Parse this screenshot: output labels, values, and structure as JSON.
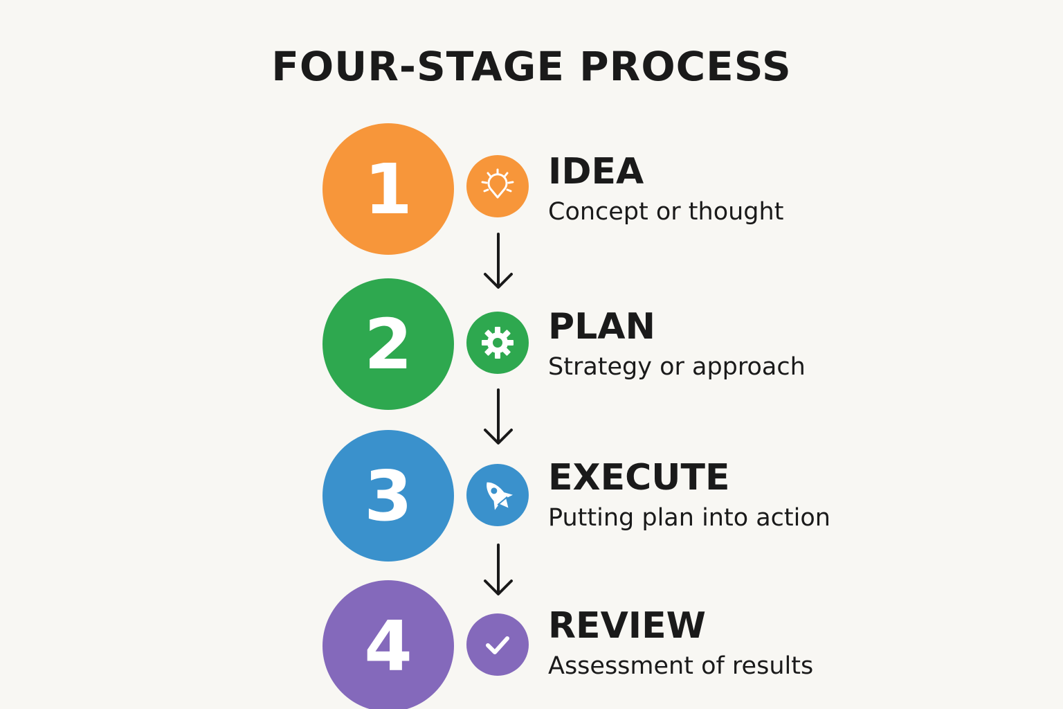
{
  "title": "FOUR-STAGE PROCESS",
  "stages": [
    {
      "number": "1",
      "title": "IDEA",
      "description": "Concept or thought",
      "color": "#f7963a",
      "icon": "lightbulb-icon"
    },
    {
      "number": "2",
      "title": "PLAN",
      "description": "Strategy or approach",
      "color": "#2ea84f",
      "icon": "gear-icon"
    },
    {
      "number": "3",
      "title": "EXECUTE",
      "description": "Putting plan into action",
      "color": "#3a91cc",
      "icon": "rocket-icon"
    },
    {
      "number": "4",
      "title": "REVIEW",
      "description": "Assessment of results",
      "color": "#8469bb",
      "icon": "checkmark-icon"
    }
  ]
}
